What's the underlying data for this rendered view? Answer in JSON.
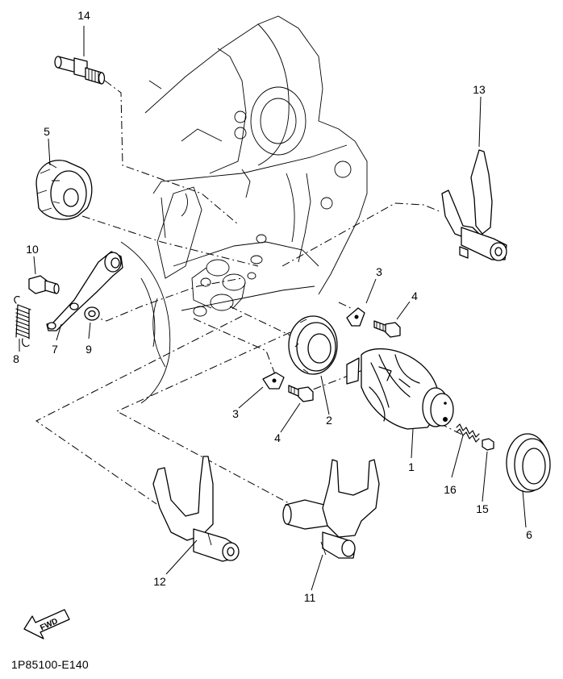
{
  "diagram": {
    "callouts": [
      {
        "id": "14",
        "label": "14"
      },
      {
        "id": "5",
        "label": "5"
      },
      {
        "id": "10",
        "label": "10"
      },
      {
        "id": "7",
        "label": "7"
      },
      {
        "id": "8",
        "label": "8"
      },
      {
        "id": "9",
        "label": "9"
      },
      {
        "id": "13",
        "label": "13"
      },
      {
        "id": "3a",
        "label": "3"
      },
      {
        "id": "4a",
        "label": "4"
      },
      {
        "id": "3b",
        "label": "3"
      },
      {
        "id": "4b",
        "label": "4"
      },
      {
        "id": "2",
        "label": "2"
      },
      {
        "id": "1",
        "label": "1"
      },
      {
        "id": "16",
        "label": "16"
      },
      {
        "id": "15",
        "label": "15"
      },
      {
        "id": "6",
        "label": "6"
      },
      {
        "id": "12",
        "label": "12"
      },
      {
        "id": "11",
        "label": "11"
      }
    ],
    "fwd_label": "FWD",
    "part_code": "1P85100-E140"
  }
}
